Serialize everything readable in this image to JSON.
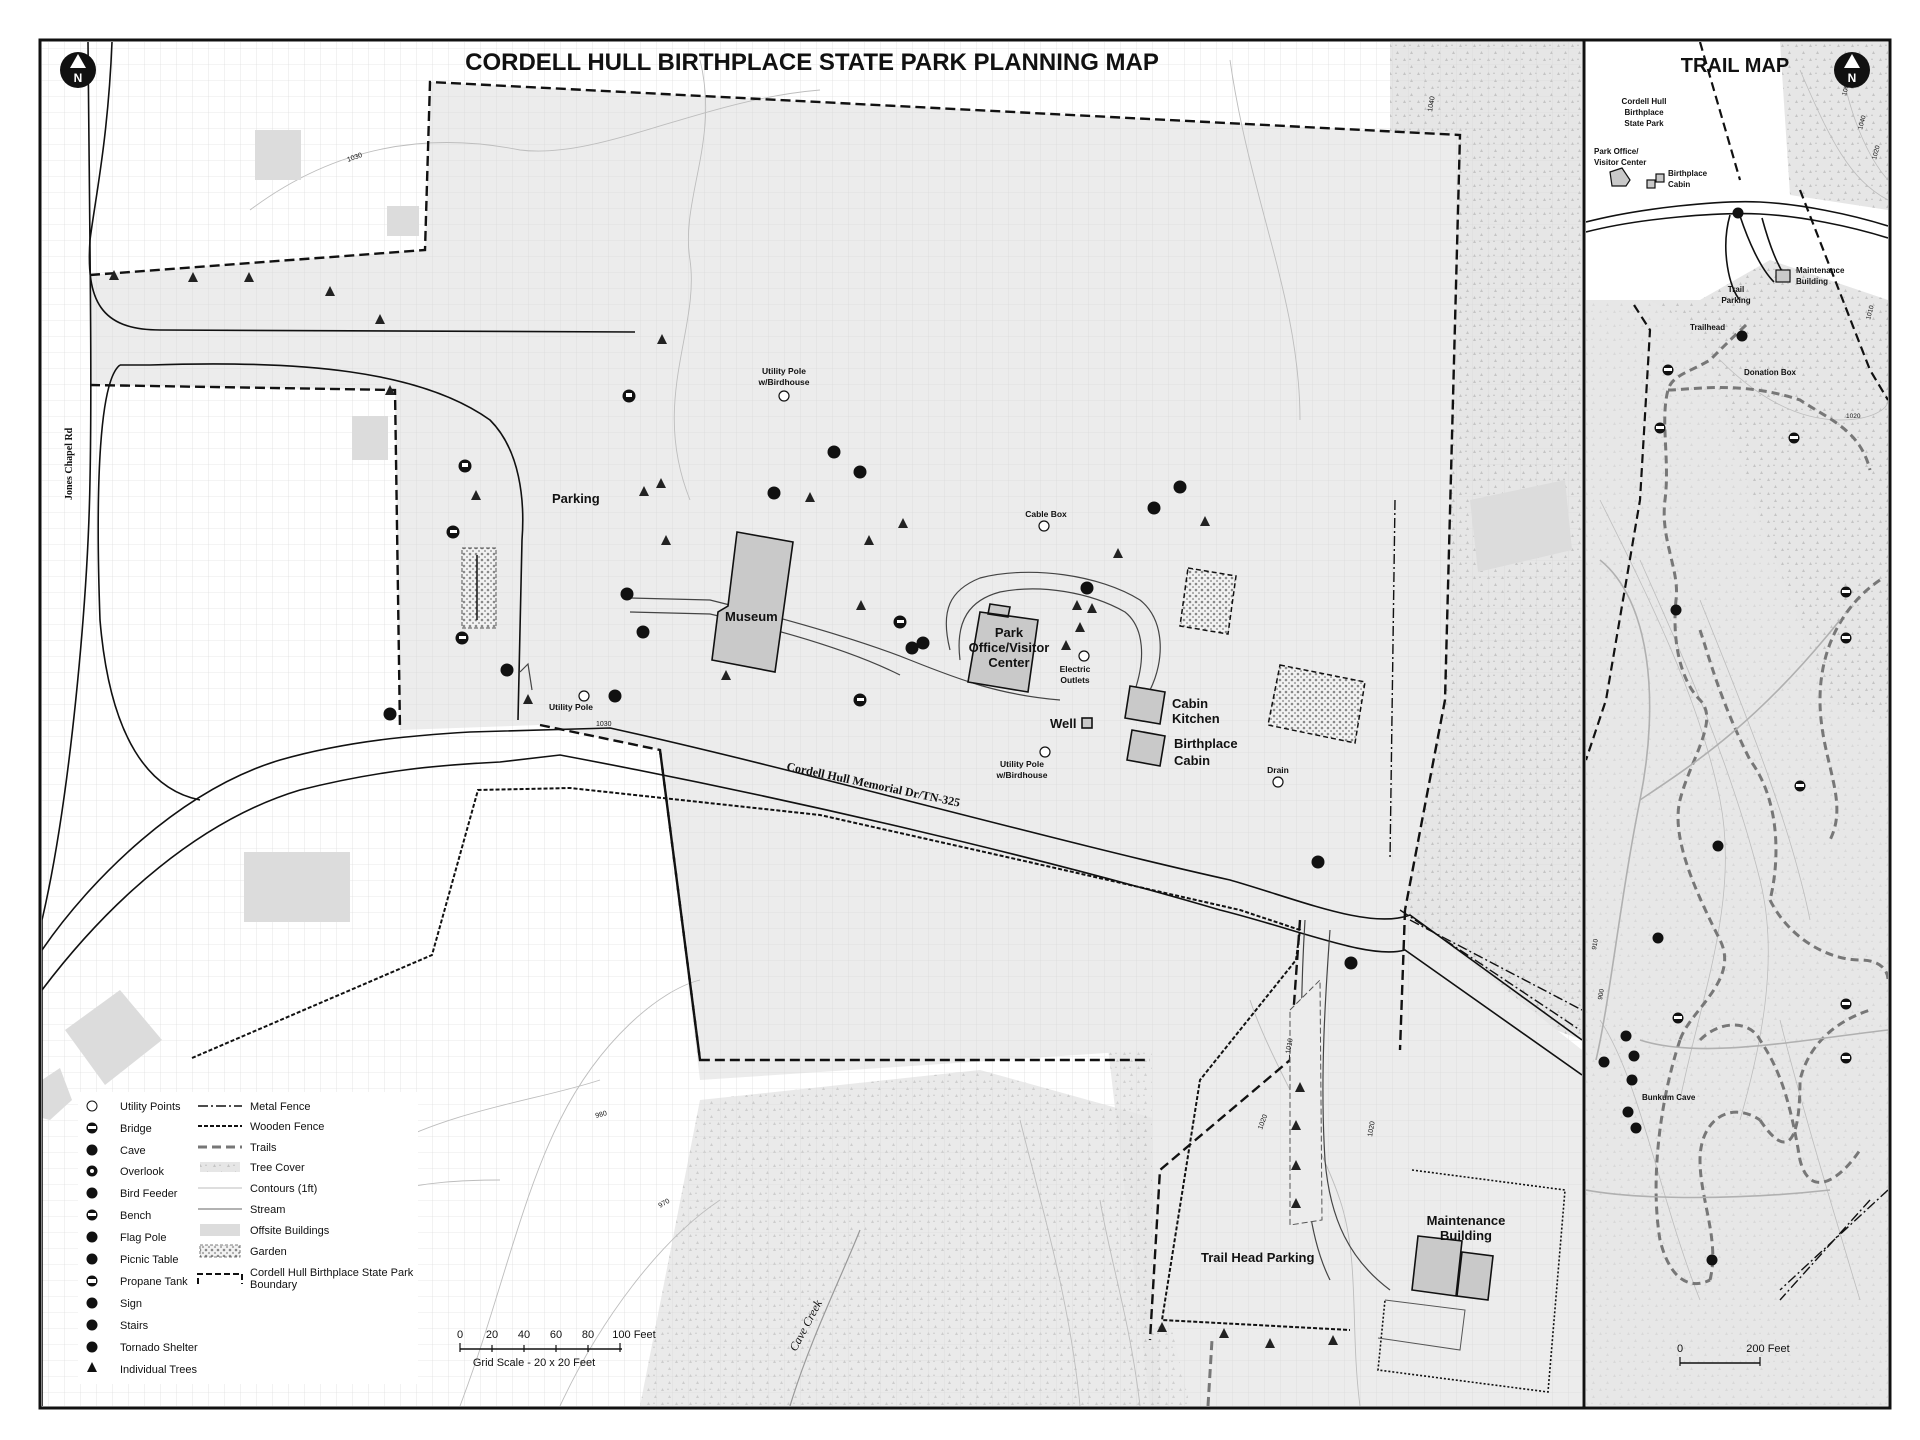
{
  "main_map": {
    "title": "CORDELL HULL BIRTHPLACE STATE PARK PLANNING MAP",
    "labels": {
      "parking": "Parking",
      "museum": "Museum",
      "office_1": "Park",
      "office_2": "Office/Visitor",
      "office_3": "Center",
      "cabin_kitchen_1": "Cabin",
      "cabin_kitchen_2": "Kitchen",
      "birthplace_cabin_1": "Birthplace",
      "birthplace_cabin_2": "Cabin",
      "well": "Well",
      "trail_head_parking": "Trail Head Parking",
      "maintenance_1": "Maintenance",
      "maintenance_2": "Building",
      "utility_pole_bird_1": "Utility Pole",
      "utility_pole_bird_2": "w/Birdhouse",
      "utility_pole_bird_b1": "Utility Pole",
      "utility_pole_bird_b2": "w/Birdhouse",
      "utility_pole": "Utility Pole",
      "cable_box": "Cable Box",
      "electric_1": "Electric",
      "electric_2": "Outlets",
      "drain": "Drain",
      "road_main": "Cordell Hull Memorial Dr/TN-325",
      "road_jones": "Jones Chapel Rd",
      "creek": "Cave Creek"
    },
    "contour_labels": [
      "1030",
      "1030",
      "1040",
      "1020",
      "1010",
      "1020",
      "980",
      "970"
    ],
    "scale_bar": {
      "ticks": [
        "0",
        "20",
        "40",
        "60",
        "80",
        "100 Feet"
      ],
      "caption": "Grid Scale - 20 x 20 Feet"
    }
  },
  "trail_map": {
    "title": "TRAIL MAP",
    "labels": {
      "park_1": "Cordell Hull",
      "park_2": "Birthplace",
      "park_3": "State Park",
      "office_1": "Park Office/",
      "office_2": "Visitor Center",
      "cabin_1": "Birthplace",
      "cabin_2": "Cabin",
      "maint_1": "Maintenance",
      "maint_2": "Building",
      "trail_parking_1": "Trail",
      "trail_parking_2": "Parking",
      "trailhead": "Trailhead",
      "donation_box": "Donation Box",
      "bunkum_cave": "Bunkum Cave"
    },
    "contour_labels": [
      "1060",
      "1040",
      "1020",
      "1010",
      "1020",
      "910",
      "900"
    ],
    "scale_bar": {
      "ticks": [
        "0",
        "200 Feet"
      ]
    }
  },
  "legend": {
    "left": [
      {
        "icon": "utility-point-icon",
        "label": "Utility Points"
      },
      {
        "icon": "bridge-icon",
        "label": "Bridge"
      },
      {
        "icon": "cave-icon",
        "label": "Cave"
      },
      {
        "icon": "overlook-icon",
        "label": "Overlook"
      },
      {
        "icon": "bird-feeder-icon",
        "label": "Bird Feeder"
      },
      {
        "icon": "bench-icon",
        "label": "Bench"
      },
      {
        "icon": "flag-pole-icon",
        "label": "Flag Pole"
      },
      {
        "icon": "picnic-table-icon",
        "label": "Picnic Table"
      },
      {
        "icon": "propane-tank-icon",
        "label": "Propane Tank"
      },
      {
        "icon": "sign-icon",
        "label": "Sign"
      },
      {
        "icon": "stairs-icon",
        "label": "Stairs"
      },
      {
        "icon": "tornado-shelter-icon",
        "label": "Tornado Shelter"
      },
      {
        "icon": "tree-icon",
        "label": "Individual Trees"
      }
    ],
    "right": [
      {
        "icon": "metal-fence-icon",
        "label": "Metal Fence"
      },
      {
        "icon": "wooden-fence-icon",
        "label": "Wooden Fence"
      },
      {
        "icon": "trails-icon",
        "label": "Trails"
      },
      {
        "icon": "tree-cover-icon",
        "label": "Tree Cover"
      },
      {
        "icon": "contours-icon",
        "label": "Contours (1ft)"
      },
      {
        "icon": "stream-icon",
        "label": "Stream"
      },
      {
        "icon": "offsite-buildings-icon",
        "label": "Offsite Buildings"
      },
      {
        "icon": "garden-icon",
        "label": "Garden"
      },
      {
        "icon": "boundary-icon",
        "label": "Cordell Hull Birthplace State Park",
        "label2": "Boundary"
      }
    ]
  },
  "colors": {
    "park_fill": "#ececec",
    "building": "#c9c9c9",
    "offsite": "#dcdcdc",
    "tree_cover": "#e4e4e4",
    "trail": "#777777"
  }
}
